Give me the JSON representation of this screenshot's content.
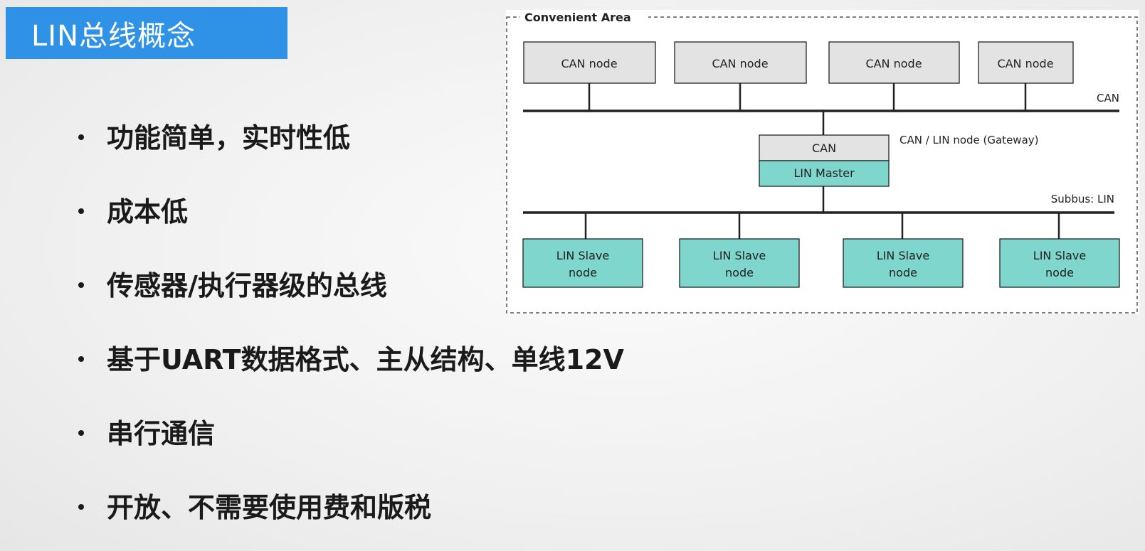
{
  "slide": {
    "title": "LIN总线概念",
    "bullets": [
      "功能简单，实时性低",
      "成本低",
      "传感器/执行器级的总线",
      "基于UART数据格式、主从结构、单线12V",
      "串行通信",
      "开放、不需要使用费和版税"
    ]
  },
  "diagram": {
    "area_label": "Convenient Area",
    "can_nodes": [
      "CAN node",
      "CAN node",
      "CAN node",
      "CAN node"
    ],
    "can_bus_label": "CAN",
    "gateway_label": "CAN / LIN node (Gateway)",
    "gateway_top": "CAN",
    "gateway_bottom": "LIN Master",
    "lin_bus_label": "Subbus: LIN",
    "lin_slaves": [
      [
        "LIN Slave",
        "node"
      ],
      [
        "LIN Slave",
        "node"
      ],
      [
        "LIN Slave",
        "node"
      ],
      [
        "LIN Slave",
        "node"
      ]
    ],
    "colors": {
      "can_fill": "#e3e3e3",
      "lin_fill": "#7fd6cd",
      "stroke": "#222222"
    }
  }
}
